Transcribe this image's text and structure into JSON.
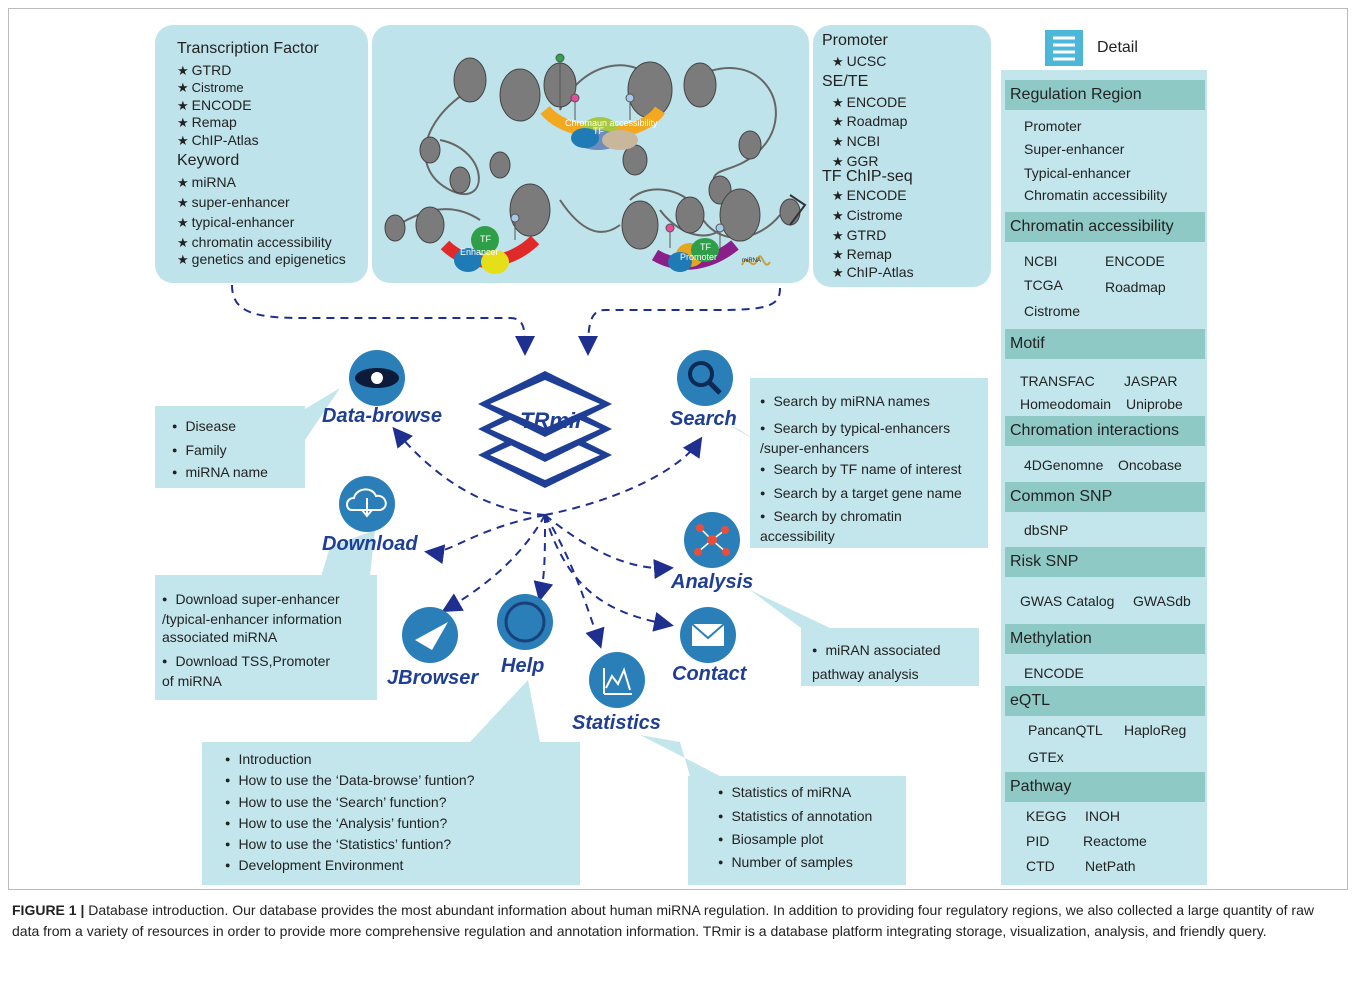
{
  "tf_box": {
    "title1": "Transcription Factor",
    "items1": [
      "GTRD",
      "Cistrome",
      "ENCODE",
      "Remap",
      "ChIP-Atlas"
    ],
    "title2": "Keyword",
    "items2": [
      "miRNA",
      "super-enhancer",
      "typical-enhancer",
      "chromatin accessibility",
      "genetics and epigenetics"
    ]
  },
  "center_labels": {
    "chromatin": "Chromaun accessibility",
    "enhancer": "Enhancer",
    "promoter": "Promoter",
    "tf": "TF",
    "mirna": "miRNA"
  },
  "promoter_box": {
    "title1": "Promoter",
    "items1": [
      "UCSC"
    ],
    "title2": "SE/TE",
    "items2": [
      "ENCODE",
      "Roadmap",
      "NCBI",
      "GGR"
    ],
    "title3": "TF ChIP-seq",
    "items3": [
      "ENCODE",
      "Cistrome",
      "GTRD",
      "Remap",
      "ChIP-Atlas"
    ]
  },
  "center": {
    "logo": "TRmir"
  },
  "nodes": {
    "data_browse": {
      "label": "Data-browse",
      "items": [
        "Disease",
        "Family",
        "miRNA name"
      ]
    },
    "download": {
      "label": "Download",
      "items": [
        "Download super-enhancer\n/typical-enhancer information\nassociated miRNA",
        "Download TSS,Promoter\nof miRNA"
      ]
    },
    "jbrowser": {
      "label": "JBrowser"
    },
    "help": {
      "label": "Help",
      "items": [
        "Introduction",
        "How to use the  ‘Data-browse’ funtion?",
        "How to use the ‘Search’ function?",
        "How to use the ‘Analysis’ funtion?",
        "How to use the ‘Statistics’ funtion?",
        "Development Environment"
      ]
    },
    "statistics": {
      "label": "Statistics",
      "items": [
        "Statistics of miRNA",
        "Statistics of annotation",
        "Biosample plot",
        "Number of samples"
      ]
    },
    "search": {
      "label": "Search",
      "items": [
        "Search by miRNA names",
        "Search by typical-enhancers\n/super-enhancers",
        "Search by TF name of interest",
        "Search by a target gene name",
        "Search by chromatin\n accessibility"
      ]
    },
    "analysis": {
      "label": "Analysis",
      "items": [
        "miRAN associated\npathway analysis"
      ]
    },
    "contact": {
      "label": "Contact"
    }
  },
  "detail": {
    "title": "Detail",
    "sections": [
      {
        "header": "Regulation Region",
        "items": [
          "Promoter",
          "Super-enhancer",
          "Typical-enhancer",
          "Chromatin accessibility"
        ]
      },
      {
        "header": "Chromatin accessibility",
        "items": [
          "NCBI",
          "ENCODE",
          "TCGA",
          "Roadmap",
          "Cistrome"
        ]
      },
      {
        "header": "Motif",
        "items": [
          "TRANSFAC",
          "JASPAR",
          "Homeodomain",
          "Uniprobe"
        ]
      },
      {
        "header": "Chromation interactions",
        "items": [
          "4DGenomne",
          "Oncobase"
        ]
      },
      {
        "header": "Common SNP",
        "items": [
          "dbSNP"
        ]
      },
      {
        "header": "Risk SNP",
        "items": [
          "GWAS Catalog",
          "GWASdb"
        ]
      },
      {
        "header": "Methylation",
        "items": [
          "ENCODE"
        ]
      },
      {
        "header": "eQTL",
        "items": [
          "PancanQTL",
          "HaploReg",
          "GTEx"
        ]
      },
      {
        "header": "Pathway",
        "items": [
          "KEGG",
          "INOH",
          "PID",
          "Reactome",
          "CTD",
          "NetPath"
        ]
      }
    ]
  },
  "caption": {
    "label": "FIGURE 1 |",
    "text": " Database introduction. Our database provides the most abundant information about human miRNA regulation. In addition to providing four regulatory regions, we also collected a large quantity of raw data from a variety of resources in order to provide more comprehensive regulation and annotation information. TRmir is a database platform integrating storage, visualization, analysis, and friendly query."
  },
  "colors": {
    "accent": "#1f3f97",
    "panel": "#c3e6ec",
    "header": "#8fc9c6",
    "icon": "#2a7fb8"
  }
}
